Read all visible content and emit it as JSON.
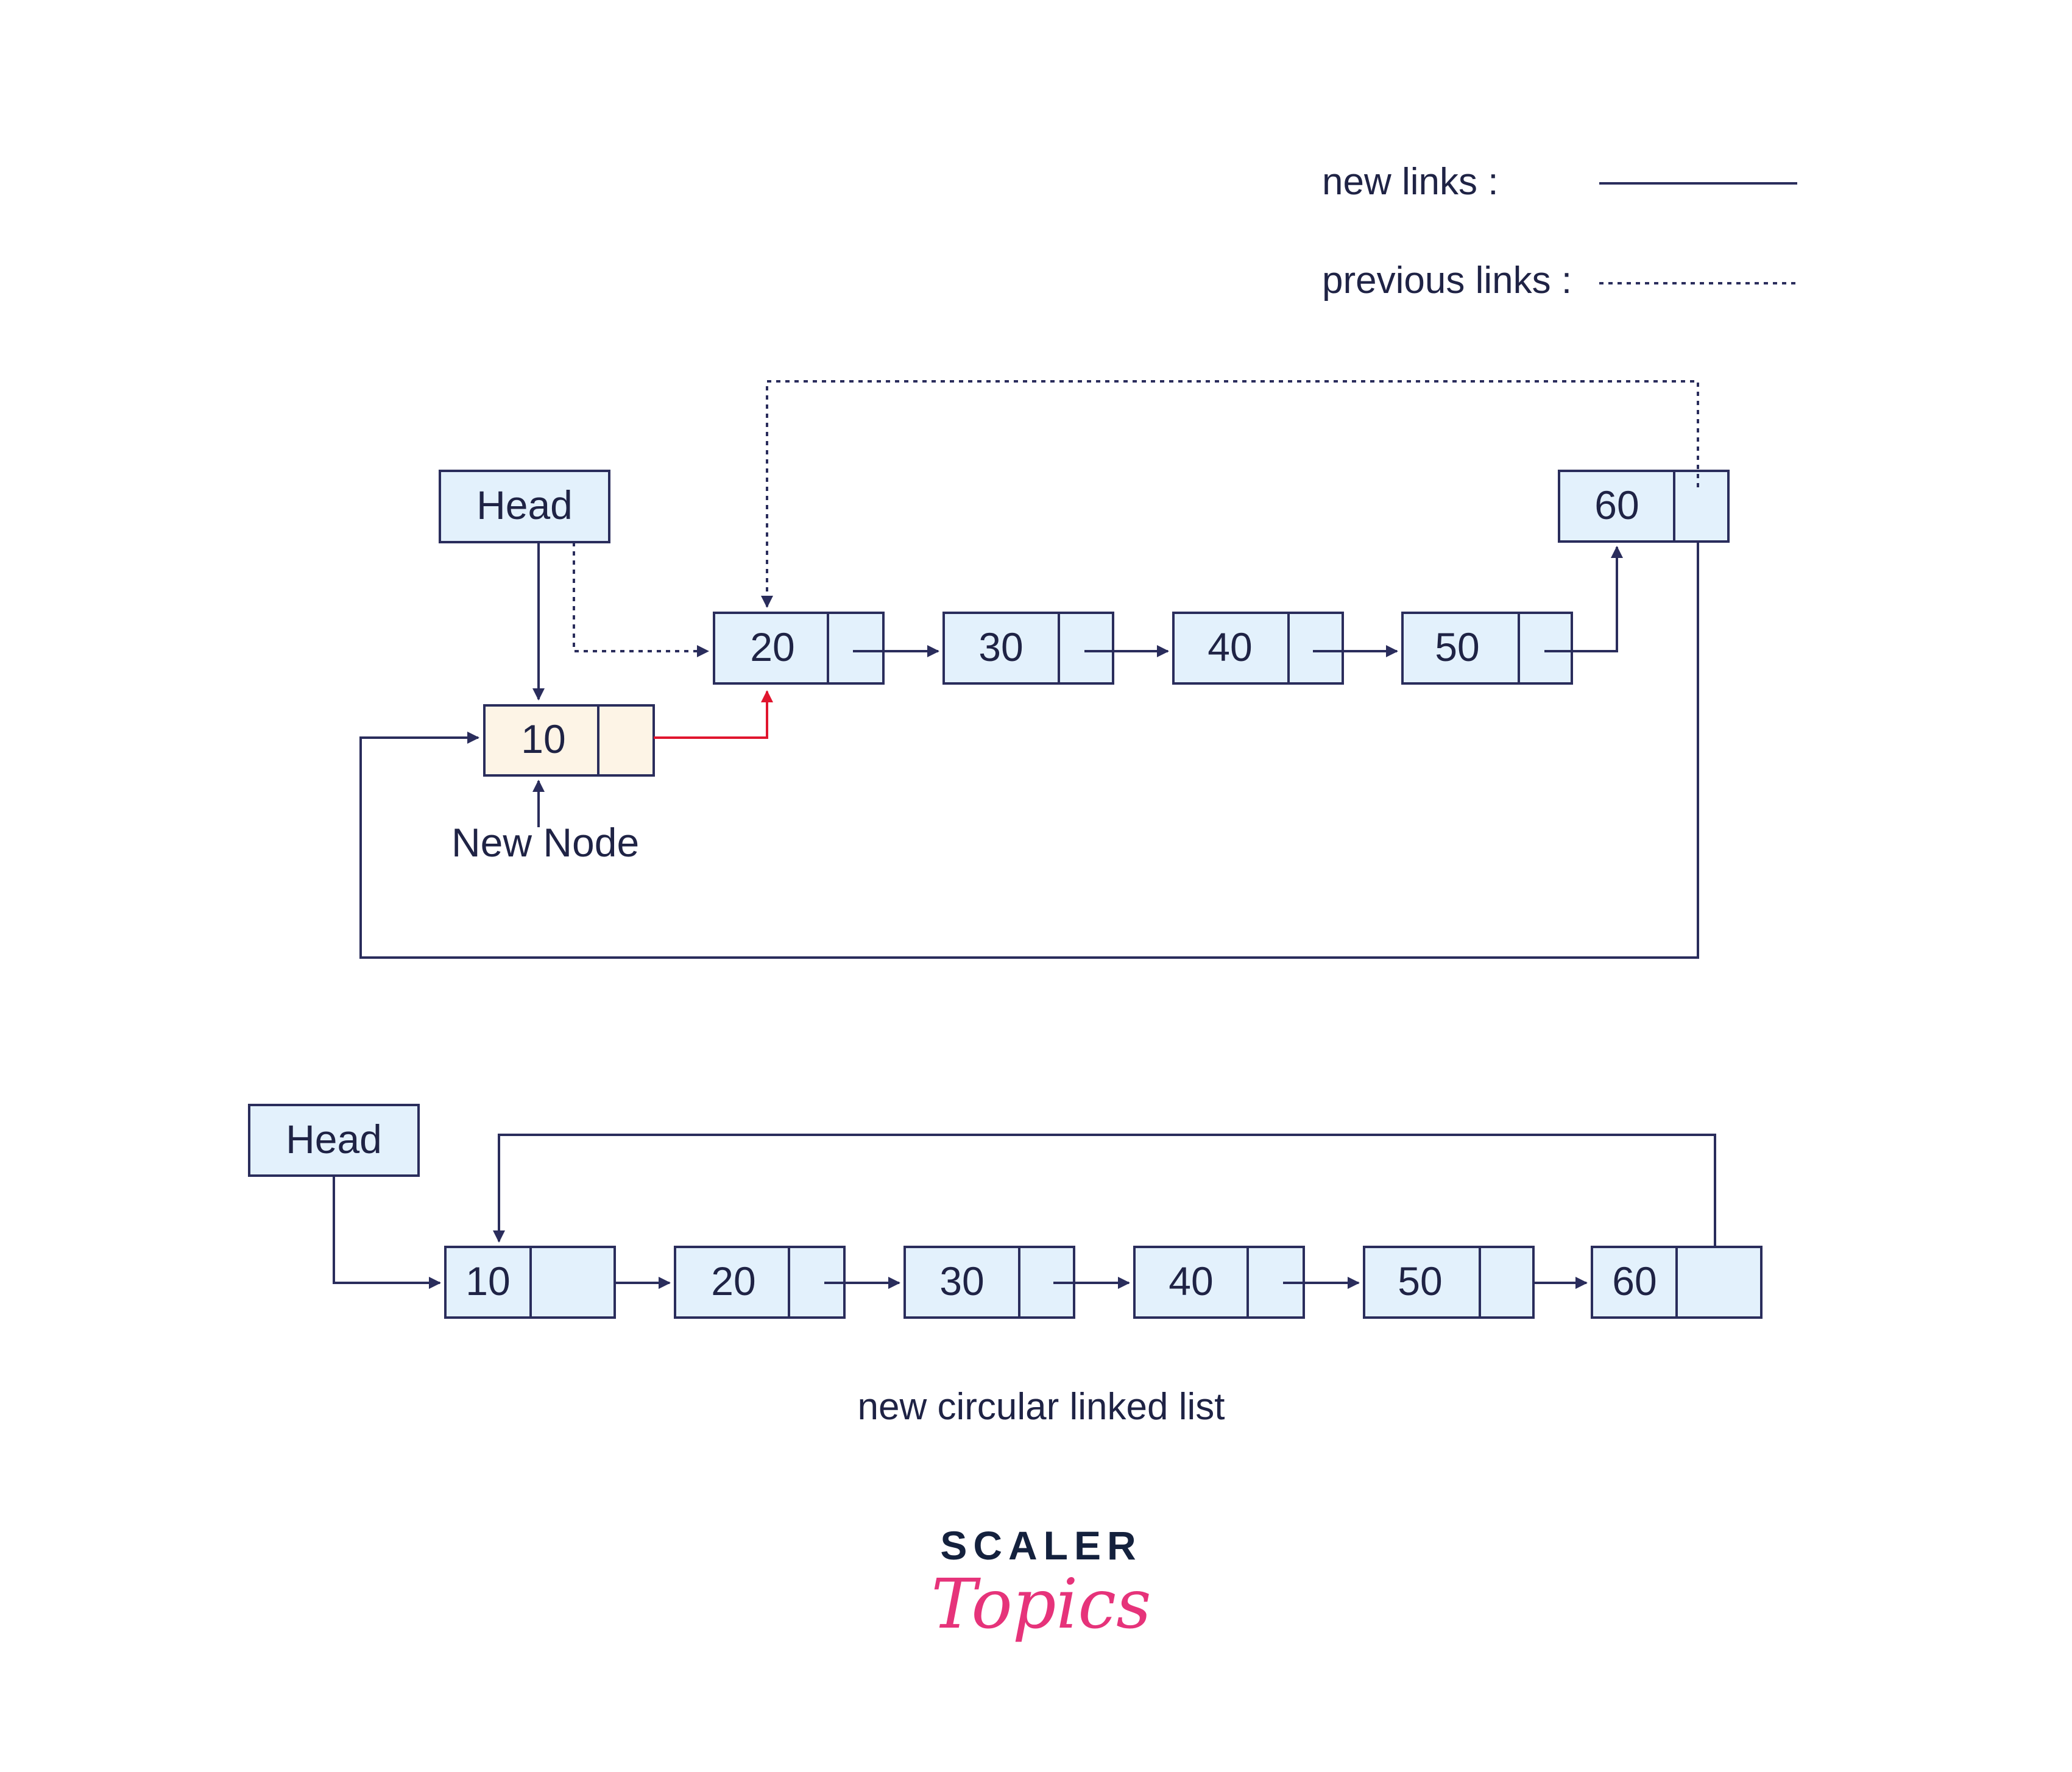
{
  "legend": {
    "new_links_label": "new links :",
    "previous_links_label": "previous links :"
  },
  "top_diagram": {
    "head_label": "Head",
    "new_node_value": "10",
    "new_node_label": "New Node",
    "node_values": [
      "20",
      "30",
      "40",
      "50",
      "60"
    ]
  },
  "bottom_diagram": {
    "head_label": "Head",
    "node_values": [
      "10",
      "20",
      "30",
      "40",
      "50",
      "60"
    ],
    "caption": "new circular linked list"
  },
  "logo": {
    "top_text": "SCALER",
    "script_text": "Topics"
  },
  "colors": {
    "node_fill": "#e3f1fc",
    "new_node_fill": "#fdf4e6",
    "link_color": "#2a2d5c",
    "new_link_color": "#e0152e",
    "logo_dark": "#14213d",
    "logo_pink": "#e6337a"
  }
}
